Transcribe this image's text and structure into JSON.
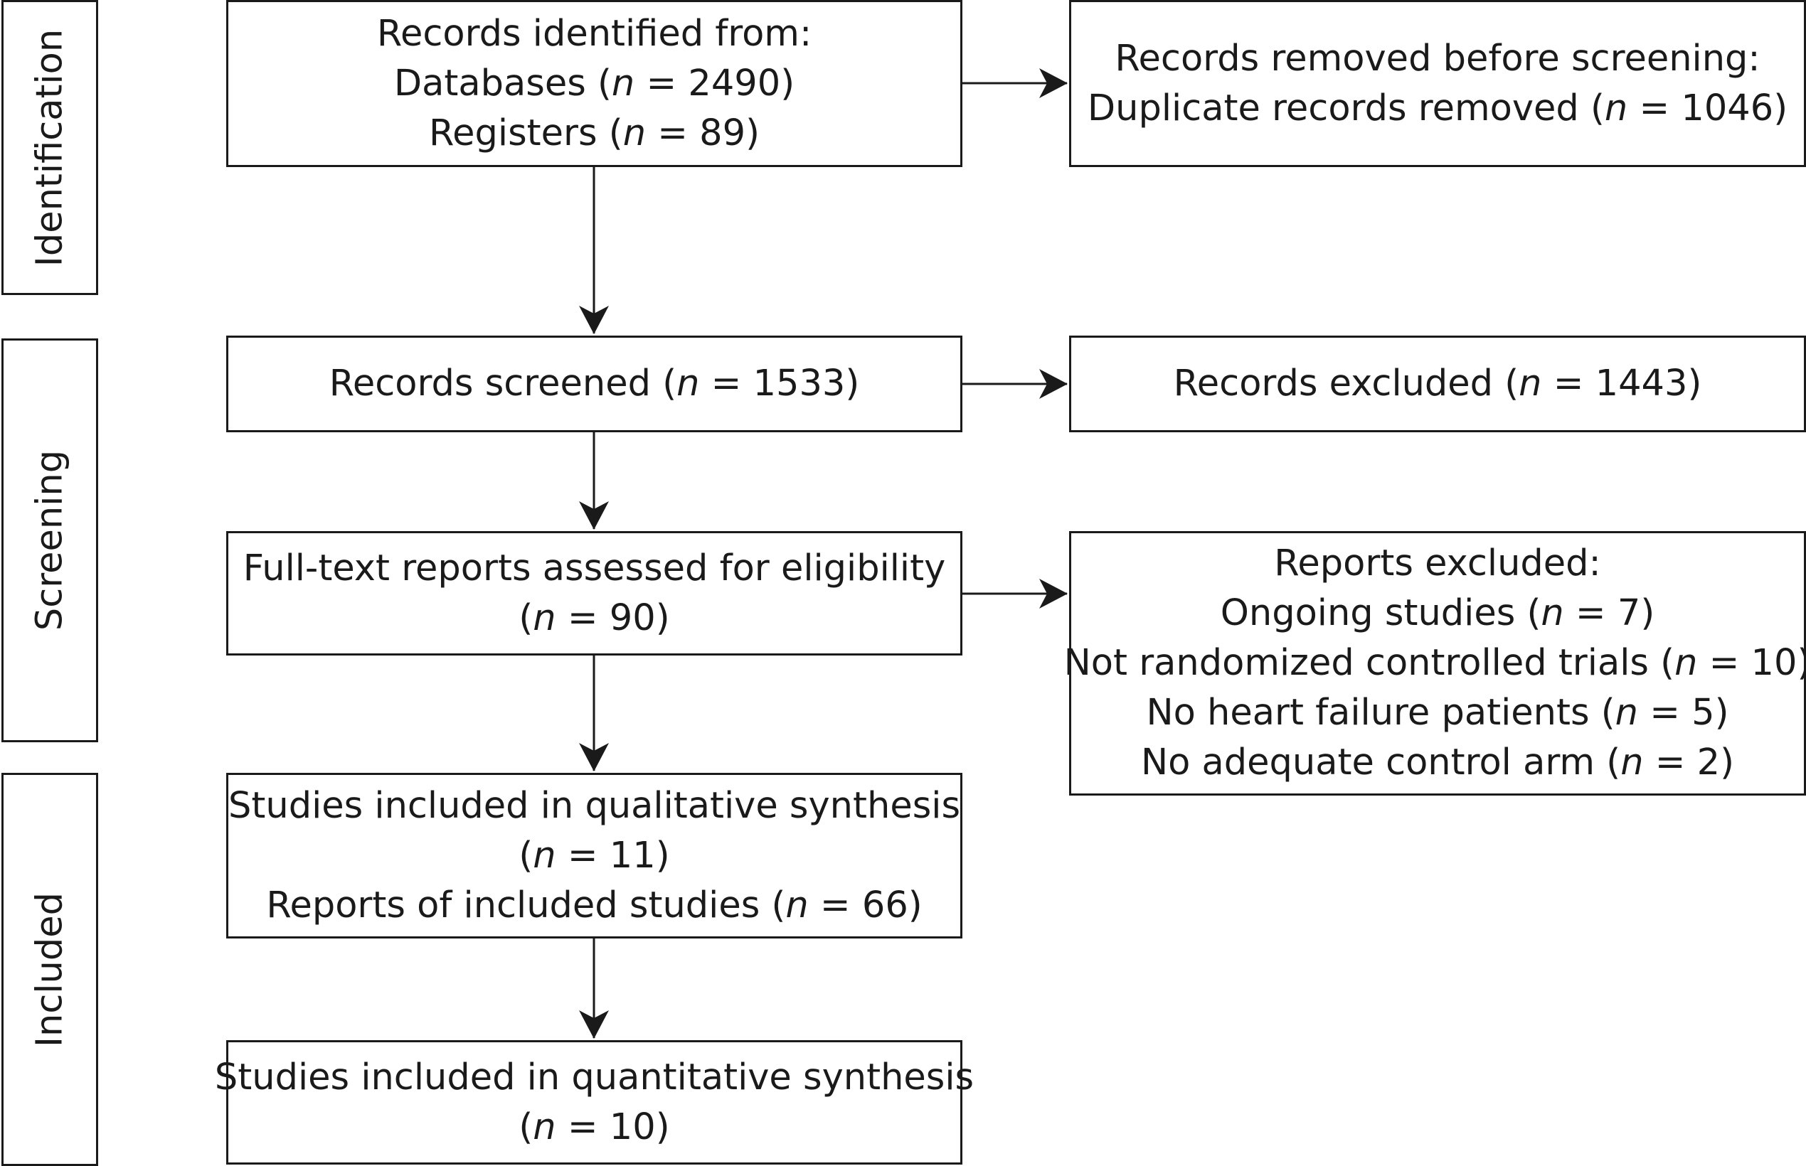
{
  "stages": {
    "identification": "Identification",
    "screening": "Screening",
    "included": "Included"
  },
  "records_identified": {
    "title": "Records identified from:",
    "items": [
      {
        "label": "Databases",
        "n": "2490"
      },
      {
        "label": "Registers",
        "n": "89"
      }
    ]
  },
  "records_removed": {
    "title": "Records removed before screening:",
    "items": [
      {
        "label": "Duplicate records removed",
        "n": "1046"
      }
    ]
  },
  "records_screened": {
    "items": [
      {
        "label": "Records screened",
        "n": "1533"
      }
    ]
  },
  "records_excluded": {
    "items": [
      {
        "label": "Records excluded",
        "n": "1443"
      }
    ]
  },
  "reports_assessed": {
    "title": "Full-text reports assessed for eligibility",
    "items": [
      {
        "label": "",
        "n": "90"
      }
    ]
  },
  "reports_excluded": {
    "title": "Reports excluded:",
    "items": [
      {
        "label": "Ongoing studies",
        "n": "7"
      },
      {
        "label": "Not randomized controlled trials",
        "n": "10"
      },
      {
        "label": "No heart failure patients",
        "n": "5"
      },
      {
        "label": "No adequate control arm",
        "n": "2"
      }
    ]
  },
  "qualitative": {
    "title": "Studies included in qualitative synthesis",
    "items": [
      {
        "label": "",
        "n": "11"
      },
      {
        "label": "Reports of included studies",
        "n": "66"
      }
    ]
  },
  "quantitative": {
    "title": "Studies included in quantitative synthesis",
    "items": [
      {
        "label": "",
        "n": "10"
      }
    ]
  }
}
